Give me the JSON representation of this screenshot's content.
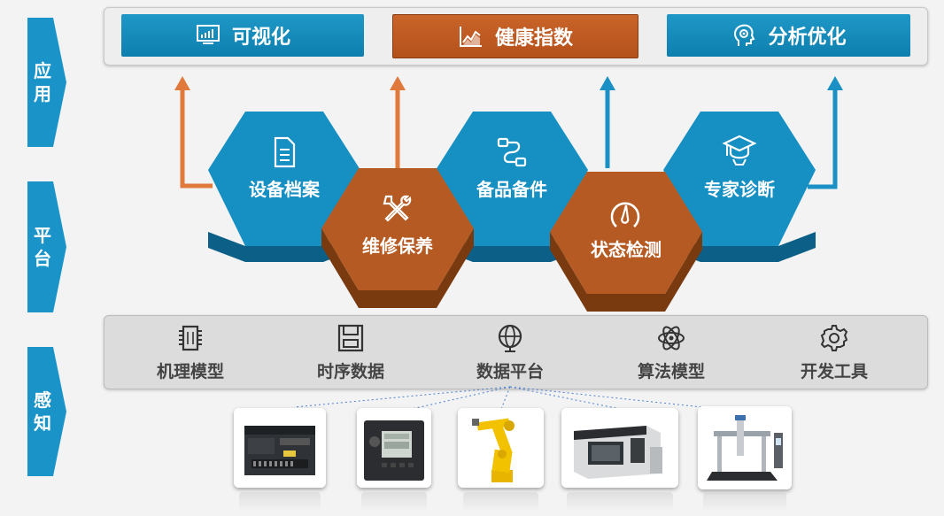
{
  "layers": {
    "application": "应用",
    "platform": "平台",
    "perception": "感知"
  },
  "apps": [
    {
      "label": "可视化",
      "icon": "monitor-chart-icon",
      "color": "#1289bd"
    },
    {
      "label": "健康指数",
      "icon": "line-chart-icon",
      "color": "#c05a22"
    },
    {
      "label": "分析优化",
      "icon": "head-gear-icon",
      "color": "#1289bd"
    }
  ],
  "services": [
    {
      "label": "设备档案",
      "icon": "document-icon",
      "color": "#1289bd"
    },
    {
      "label": "维修保养",
      "icon": "tools-icon",
      "color": "#b85a22"
    },
    {
      "label": "备品备件",
      "icon": "connector-icon",
      "color": "#1289bd"
    },
    {
      "label": "状态检测",
      "icon": "gauge-icon",
      "color": "#b85a22"
    },
    {
      "label": "专家诊断",
      "icon": "graduate-icon",
      "color": "#1289bd"
    }
  ],
  "platform_items": [
    {
      "label": "机理模型",
      "icon": "chip-icon"
    },
    {
      "label": "时序数据",
      "icon": "save-disk-icon"
    },
    {
      "label": "数据平台",
      "icon": "globe-icon"
    },
    {
      "label": "算法模型",
      "icon": "atom-icon"
    },
    {
      "label": "开发工具",
      "icon": "gear-icon"
    }
  ],
  "devices": [
    {
      "icon": "plc-controller-icon"
    },
    {
      "icon": "power-meter-icon"
    },
    {
      "icon": "robot-arm-icon"
    },
    {
      "icon": "cnc-machine-icon"
    },
    {
      "icon": "gantry-robot-icon"
    }
  ],
  "colors": {
    "blue": "#1289bd",
    "orange": "#c05a22",
    "layer_arrow": "#1a94c8"
  }
}
